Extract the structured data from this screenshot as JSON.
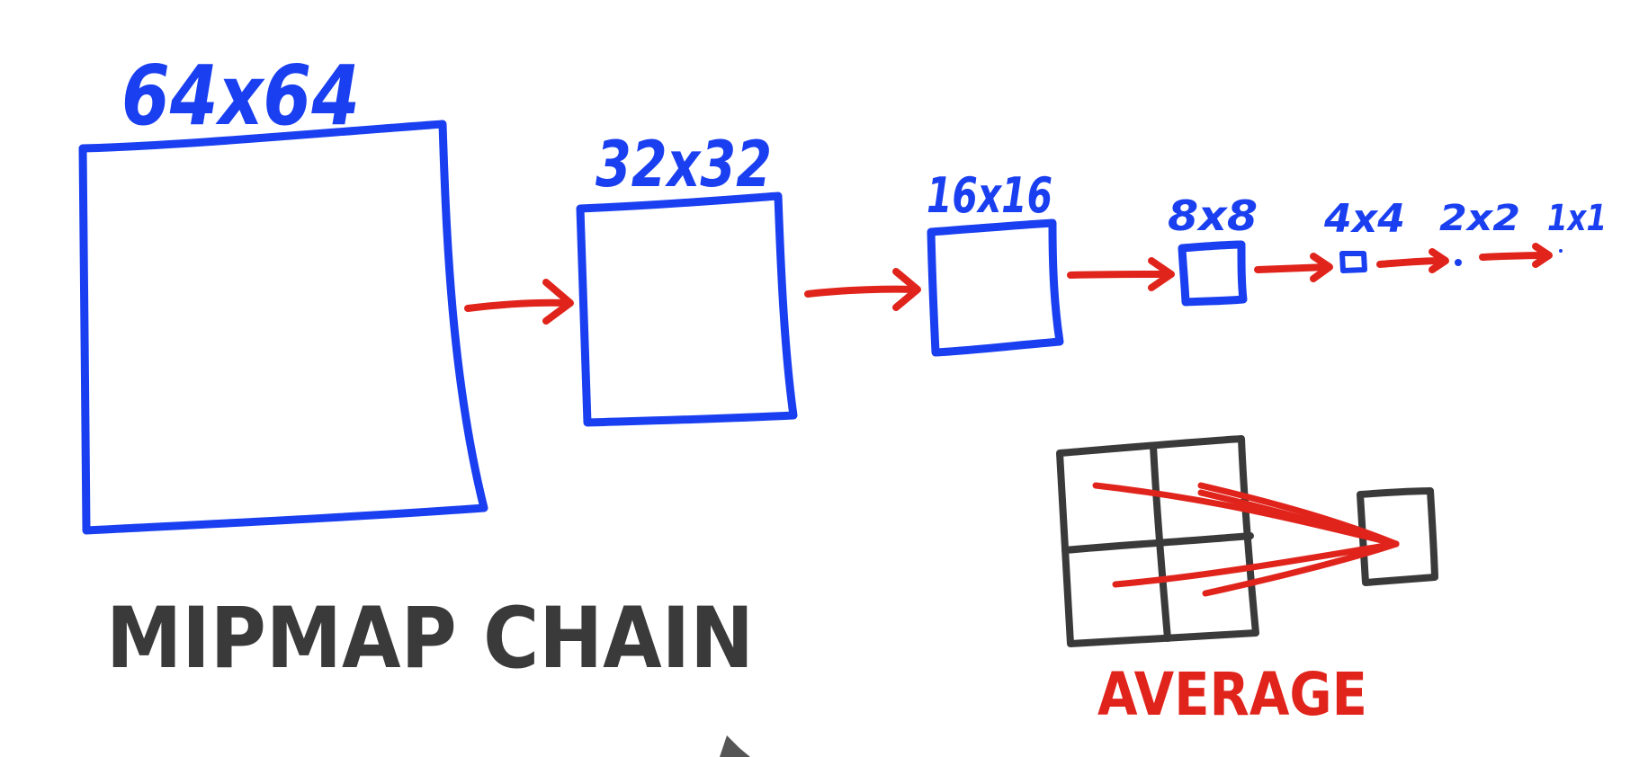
{
  "colors": {
    "mip": "#1a3ff0",
    "arrow": "#e0241c",
    "grid": "#3a3a3a",
    "background": "#ffffff"
  },
  "levels": [
    {
      "label": "64x64"
    },
    {
      "label": "32x32"
    },
    {
      "label": "16x16"
    },
    {
      "label": "8x8"
    },
    {
      "label": "4x4"
    },
    {
      "label": "2x2"
    },
    {
      "label": "1x1"
    }
  ],
  "caption": "MIPMAP CHAIN",
  "average_label": "AVERAGE"
}
